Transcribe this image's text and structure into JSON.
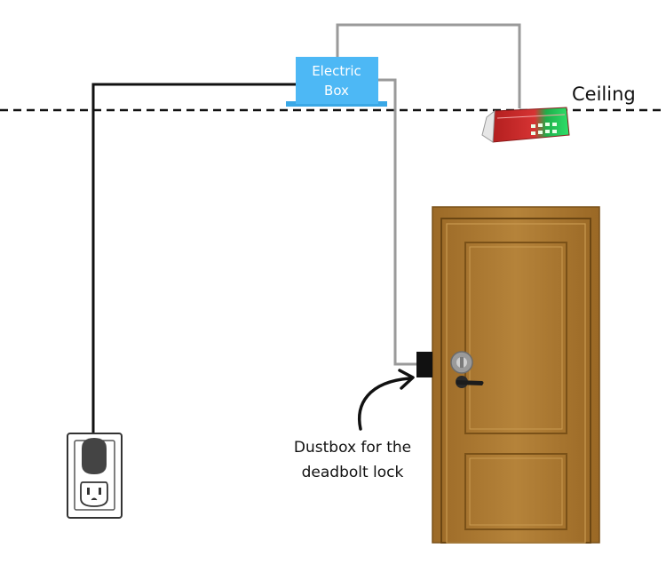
{
  "electric_box": {
    "line1": "Electric",
    "line2": "Box",
    "color": "#4db8f5"
  },
  "ceiling": {
    "label": "Ceiling"
  },
  "annotation": {
    "line1": "Dustbox for the",
    "line2": "deadbolt lock"
  },
  "colors": {
    "power_wire": "#111111",
    "signal_wire": "#9a9a9a",
    "door": "#b07e33",
    "door_trim": "#8a5d1f",
    "led_red": "#d42a2a",
    "led_green": "#22cc55"
  },
  "icons": [
    "wall-outlet-icon",
    "ceiling-light-icon",
    "door-icon",
    "deadbolt-box-icon",
    "door-handle-icon",
    "curved-arrow-icon"
  ]
}
